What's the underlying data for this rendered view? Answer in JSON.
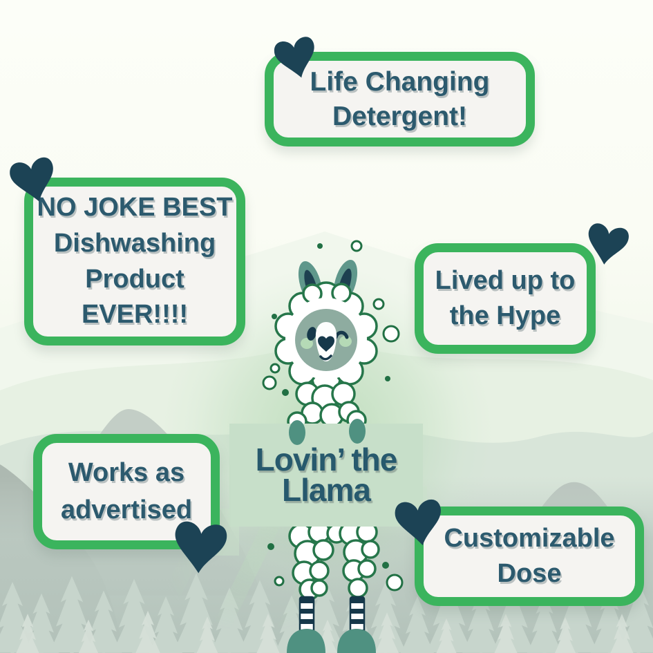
{
  "page": {
    "title": "Lovin' the Llama"
  },
  "sign": {
    "line1": "Lovin’ the",
    "line2": "Llama"
  },
  "testimonials": [
    {
      "position": "top",
      "lines": [
        "Life Changing",
        "Detergent!"
      ]
    },
    {
      "position": "left",
      "lines": [
        "NO JOKE BEST",
        "Dishwashing",
        "Product",
        "EVER!!!!"
      ]
    },
    {
      "position": "right",
      "lines": [
        "Lived up to",
        "the Hype"
      ]
    },
    {
      "position": "bottom-left",
      "lines": [
        "Works as",
        "advertised"
      ]
    },
    {
      "position": "bottom-right",
      "lines": [
        "Customizable",
        "Dose"
      ]
    }
  ],
  "icons": {
    "heart": "heart-icon",
    "soap_bubbles": "bubble-icons"
  },
  "colors": {
    "accent_green": "#3bb45d",
    "fluff_outline_green": "#26764a",
    "heart_navy": "#1c4355",
    "text_teal": "#2c5a6e",
    "card_bg": "#f5f4f1",
    "sign_bg": "#c7dfc9",
    "llama_face": "#8eaca0",
    "cheek_green": "#b5dab6",
    "hoof_teal": "#4f9181",
    "page_bg": "#fbfdf6"
  }
}
